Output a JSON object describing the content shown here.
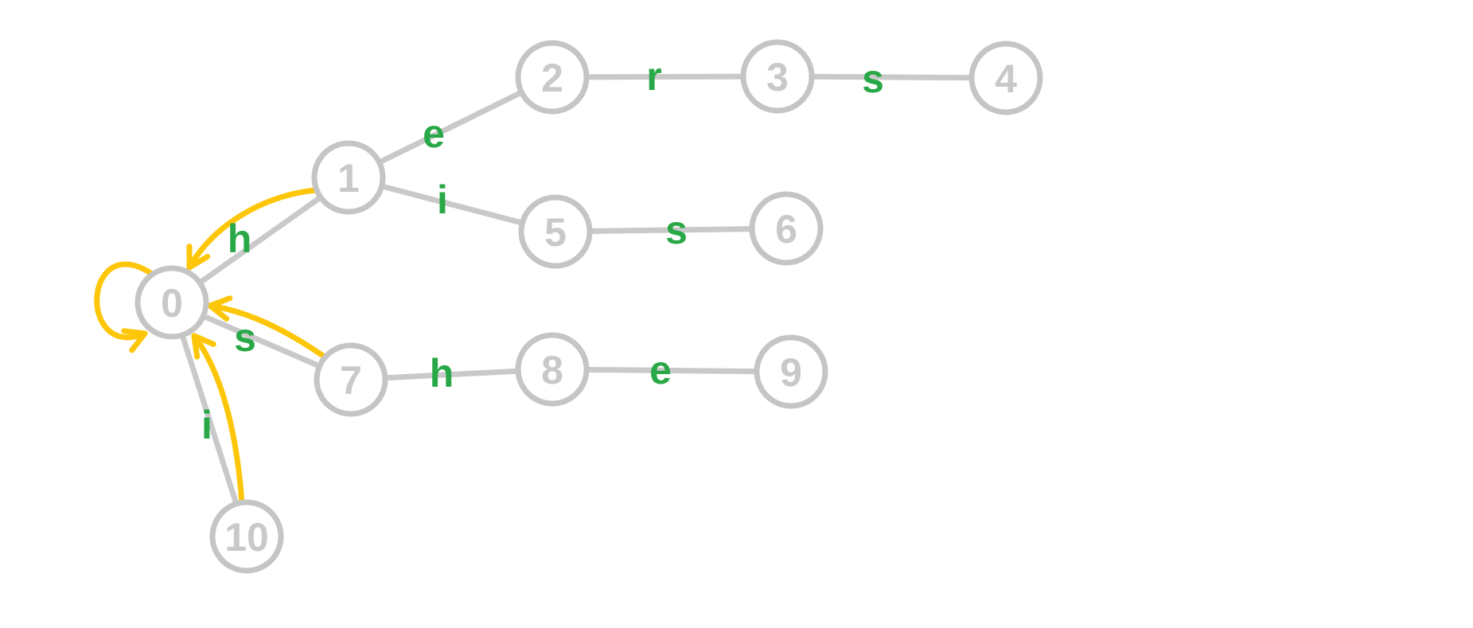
{
  "graph": {
    "nodes": [
      {
        "id": 0,
        "label": "0",
        "highlighted": true
      },
      {
        "id": 1,
        "label": "1",
        "highlighted": false
      },
      {
        "id": 2,
        "label": "2",
        "highlighted": false
      },
      {
        "id": 3,
        "label": "3",
        "highlighted": false
      },
      {
        "id": 4,
        "label": "4",
        "highlighted": false
      },
      {
        "id": 5,
        "label": "5",
        "highlighted": false
      },
      {
        "id": 6,
        "label": "6",
        "highlighted": false
      },
      {
        "id": 7,
        "label": "7",
        "highlighted": false
      },
      {
        "id": 8,
        "label": "8",
        "highlighted": false
      },
      {
        "id": 9,
        "label": "9",
        "highlighted": false
      },
      {
        "id": 10,
        "label": "10",
        "highlighted": false
      }
    ],
    "edges": [
      {
        "from": 0,
        "to": 1,
        "label": "h"
      },
      {
        "from": 1,
        "to": 2,
        "label": "e"
      },
      {
        "from": 2,
        "to": 3,
        "label": "r"
      },
      {
        "from": 3,
        "to": 4,
        "label": "s"
      },
      {
        "from": 1,
        "to": 5,
        "label": "i"
      },
      {
        "from": 5,
        "to": 6,
        "label": "s"
      },
      {
        "from": 0,
        "to": 7,
        "label": "s"
      },
      {
        "from": 7,
        "to": 8,
        "label": "h"
      },
      {
        "from": 8,
        "to": 9,
        "label": "e"
      },
      {
        "from": 0,
        "to": 10,
        "label": "i"
      }
    ],
    "failure_links": [
      {
        "from": 0,
        "to": 0
      },
      {
        "from": 1,
        "to": 0
      },
      {
        "from": 7,
        "to": 0
      },
      {
        "from": 10,
        "to": 0
      }
    ],
    "colors": {
      "highlight_node_fill": "#aad714",
      "tree_edge": "#c9c9c9",
      "node_border": "#c5c5c5",
      "node_number": "#c9c9c9",
      "edge_label_green": "#29a847",
      "failure_edge_yellow": "#fdc608"
    }
  }
}
